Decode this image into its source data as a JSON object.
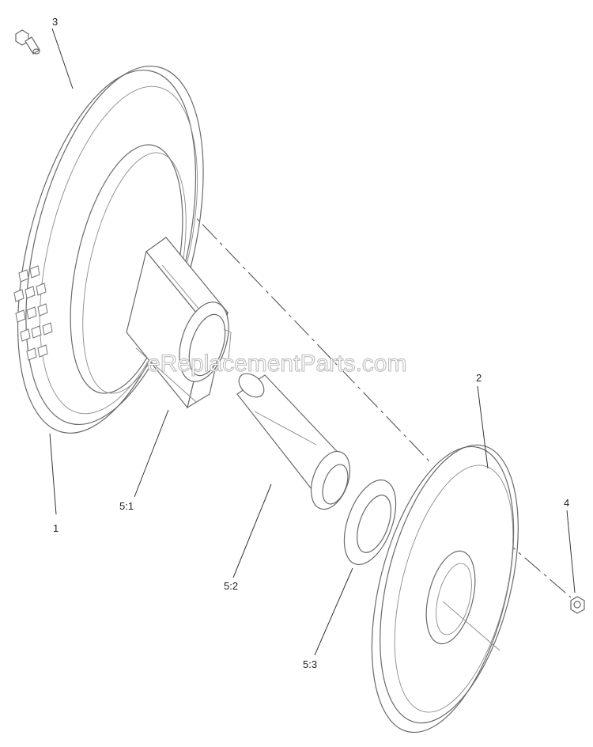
{
  "watermark": "eReplacementParts.com",
  "callouts": {
    "c1": "1",
    "c2": "2",
    "c3": "3",
    "c4": "4",
    "c51": "5:1",
    "c52": "5:2",
    "c53": "5:3"
  }
}
